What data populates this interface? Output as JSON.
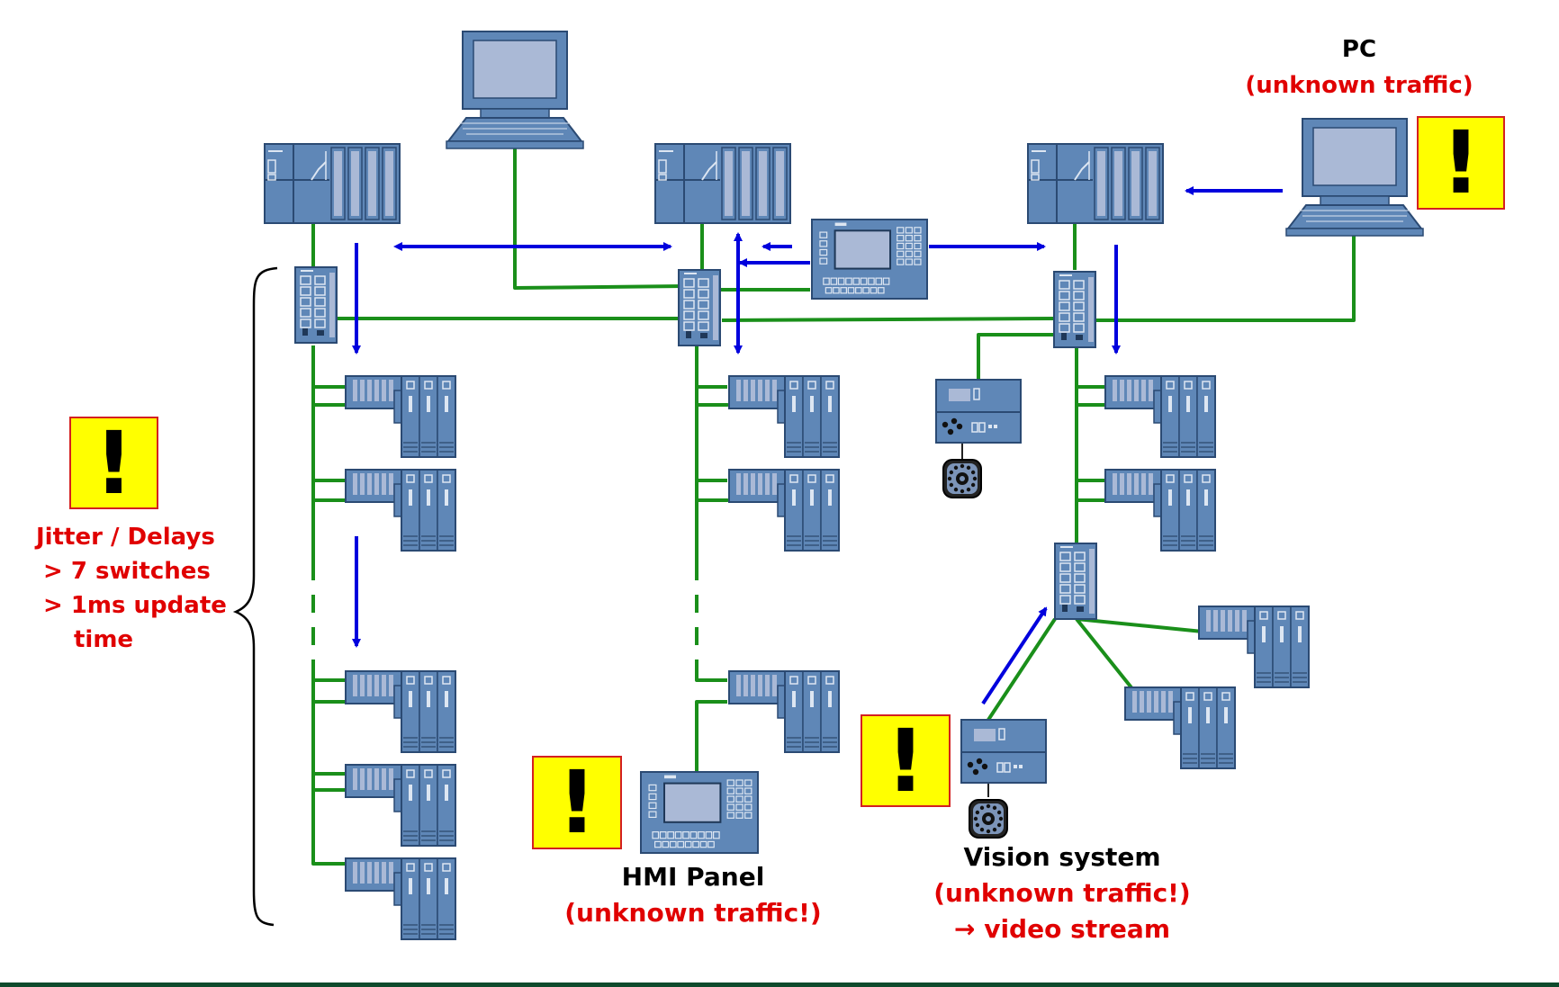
{
  "pc_label": {
    "title": "PC",
    "subtitle": "(unknown traffic)"
  },
  "jitter": {
    "title": "Jitter / Delays",
    "bullet1": ">  7 switches",
    "bullet2": ">  1ms update",
    "bullet2_cont": "time"
  },
  "hmi_label": {
    "title": "HMI Panel",
    "subtitle": "(unknown traffic!)"
  },
  "vision_label": {
    "title": "Vision system",
    "subtitle": "(unknown traffic!)",
    "note": "→ video stream"
  },
  "warning_glyph": "!",
  "colors": {
    "device_fill": "#5f87b7",
    "device_stroke": "#2b4a73",
    "screen": "#aab9d6",
    "network_link": "#1a8f1a",
    "data_flow_arrow": "#0000dd",
    "warning_bg": "#ffff00",
    "warning_border": "#d42020",
    "warning_text": "#e00000"
  }
}
